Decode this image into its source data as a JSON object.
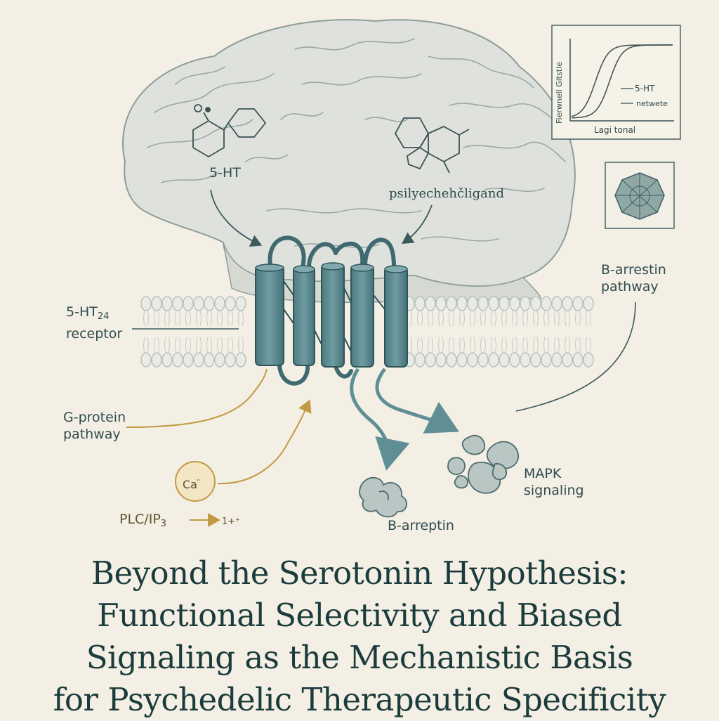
{
  "labels": {
    "ht_ligand": "5-HT",
    "psychedelic_ligand": "psilyechehčligand",
    "receptor_line1": "5-HT",
    "receptor_sub": "24",
    "receptor_line2": "receptor",
    "gprotein_line1": "G-protein",
    "gprotein_line2": "pathway",
    "calcium": "Ca",
    "calcium_sup": "ⁿ",
    "plc": "PLC/IP",
    "plc_sub": "3",
    "plc_output": "1+⁺",
    "barrestin_pathway_line1": "B-arrestin",
    "barrestin_pathway_line2": "pathway",
    "mapk_line1": "MAPK",
    "mapk_line2": "signaling",
    "barreptin": "B-arreptin"
  },
  "inset_plot": {
    "ylabel": "Fierwnell Gltstle",
    "xlabel": "Lagi tonal",
    "legend": [
      "5-HT",
      "netwete"
    ]
  },
  "title_lines": [
    "Beyond the Serotonin Hypothesis:",
    "Functional Selectivity and Biased",
    "Signaling as the Mechanistic Basis",
    "for Psychedelic Therapeutic Specificity"
  ],
  "colors": {
    "background": "#f3efe4",
    "receptor": "#5b878c",
    "gold_pathway": "#c29a43",
    "teal_pathway": "#5f8f94",
    "title": "#1b3b3c"
  }
}
